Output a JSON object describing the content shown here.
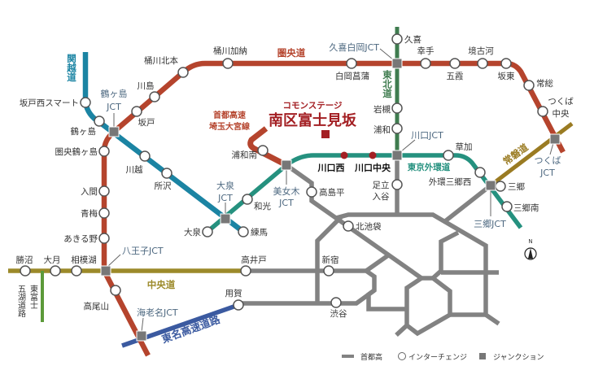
{
  "title": {
    "sub": "コモンステージ",
    "main": "南区富士見坂"
  },
  "roads": {
    "kenodo": "圏央道",
    "kanetsu": "関越道",
    "tohoku": "東北道",
    "gaikan": "東京外環道",
    "joban": "常磐道",
    "chuo": "中央道",
    "tomei": "東名高速道路",
    "higashifuji": "東富士",
    "goko": "五湖道路",
    "saitama_1": "首都高速",
    "saitama_2": "埼玉大宮線"
  },
  "interchanges": {
    "sakadonishi": "坂戸西スマート",
    "tsurugashima": "鶴ヶ島",
    "kenotsurugashima": "圏央鶴ヶ島",
    "iruma": "入間",
    "ome": "青梅",
    "akiruno": "あきる野",
    "sakado": "坂戸",
    "kawajima": "川島",
    "okegawakitamoto": "桶川北本",
    "okegawakano": "桶川加納",
    "shiraokashobu": "白岡菖蒲",
    "kuki": "久喜",
    "satte": "幸手",
    "goka": "五霞",
    "sakaikoga": "境古河",
    "bando": "坂東",
    "joso": "常総",
    "tsukubachuo_1": "つくば",
    "tsukubachuo_2": "中央",
    "kawagoe": "川越",
    "tokorozawa": "所沢",
    "nerima": "練馬",
    "oizumi": "大泉",
    "wako": "和光",
    "urawaminami": "浦和南",
    "iwatsuki": "岩槻",
    "urawa": "浦和",
    "soka": "草加",
    "gaikanmisatonishi": "外環三郷西",
    "misato": "三郷",
    "misatominami": "三郷南",
    "adachiiriya_1": "足立",
    "adachiiriya_2": "入谷",
    "takashimadaira": "高島平",
    "kitaikebukuro": "北池袋",
    "katsunuma": "勝沼",
    "otsuki": "大月",
    "sagamiko": "相模湖",
    "takaosan": "高尾山",
    "takaido": "高井戸",
    "shinjuku": "新宿",
    "yoga": "用賀",
    "shibuya": "渋谷"
  },
  "junctions": {
    "tsurugashima_1": "鶴ヶ島",
    "tsurugashima_2": "JCT",
    "oizumi_1": "大泉",
    "oizumi_2": "JCT",
    "bijogi_1": "美女木",
    "bijogi_2": "JCT",
    "kukishiraoka": "久喜白岡JCT",
    "kawaguchi": "川口JCT",
    "tsukuba_1": "つくば",
    "tsukuba_2": "JCT",
    "misato": "三郷JCT",
    "hachioji": "八王子JCT",
    "ebina": "海老名JCT"
  },
  "stations": {
    "kawaguchinishi": "川口西",
    "kawaguchichuo": "川口中央"
  },
  "legend": {
    "shutoko": "首都高",
    "interchange": "インターチェンジ",
    "junction": "ジャンクション"
  },
  "compass": "N",
  "colors": {
    "kenodo": "#b5442d",
    "kanetsu": "#1b84a3",
    "gaikan": "#25917f",
    "tohoku": "#3f7c4f",
    "joban": "#9a7b22",
    "chuo": "#9c8a2a",
    "tomei": "#3b5aa0",
    "shutoko": "#828282",
    "title": "#a31f23"
  }
}
